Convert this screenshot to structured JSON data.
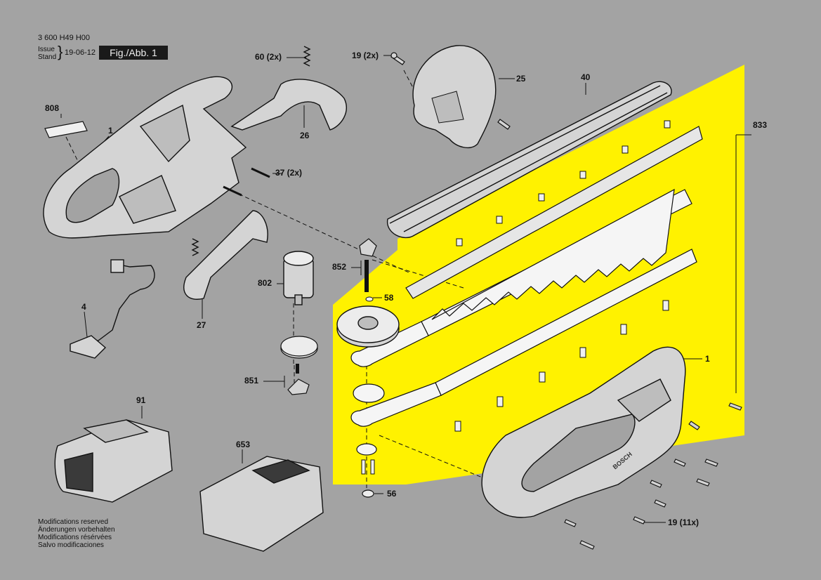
{
  "header": {
    "doc_number": "3 600 H49 H00",
    "issue_label": "Issue",
    "stand_label": "Stand",
    "date": "19-06-12",
    "figure_label": "Fig./Abb. 1"
  },
  "parts": {
    "p808": "808",
    "p1_handle": "1",
    "p60": "60 (2x)",
    "p26": "26",
    "p19_top": "19 (2x)",
    "p25": "25",
    "p40": "40",
    "p833": "833",
    "p37": "37 (2x)",
    "p852": "852",
    "p58": "58",
    "p802": "802",
    "p27": "27",
    "p4": "4",
    "p851": "851",
    "p1_housing": "1",
    "p91": "91",
    "p653": "653",
    "p56": "56",
    "p19_bottom": "19 (11x)"
  },
  "notes": [
    "Modifications reserved",
    "Änderungen vorbehalten",
    "Modifications résérvées",
    "Salvo modificaciones"
  ],
  "brand_marking": "BOSCH",
  "colors": {
    "background": "#a3a3a3",
    "highlight": "#fff200",
    "line": "#1a1a1a",
    "figure_box": "#1a1a1a"
  }
}
